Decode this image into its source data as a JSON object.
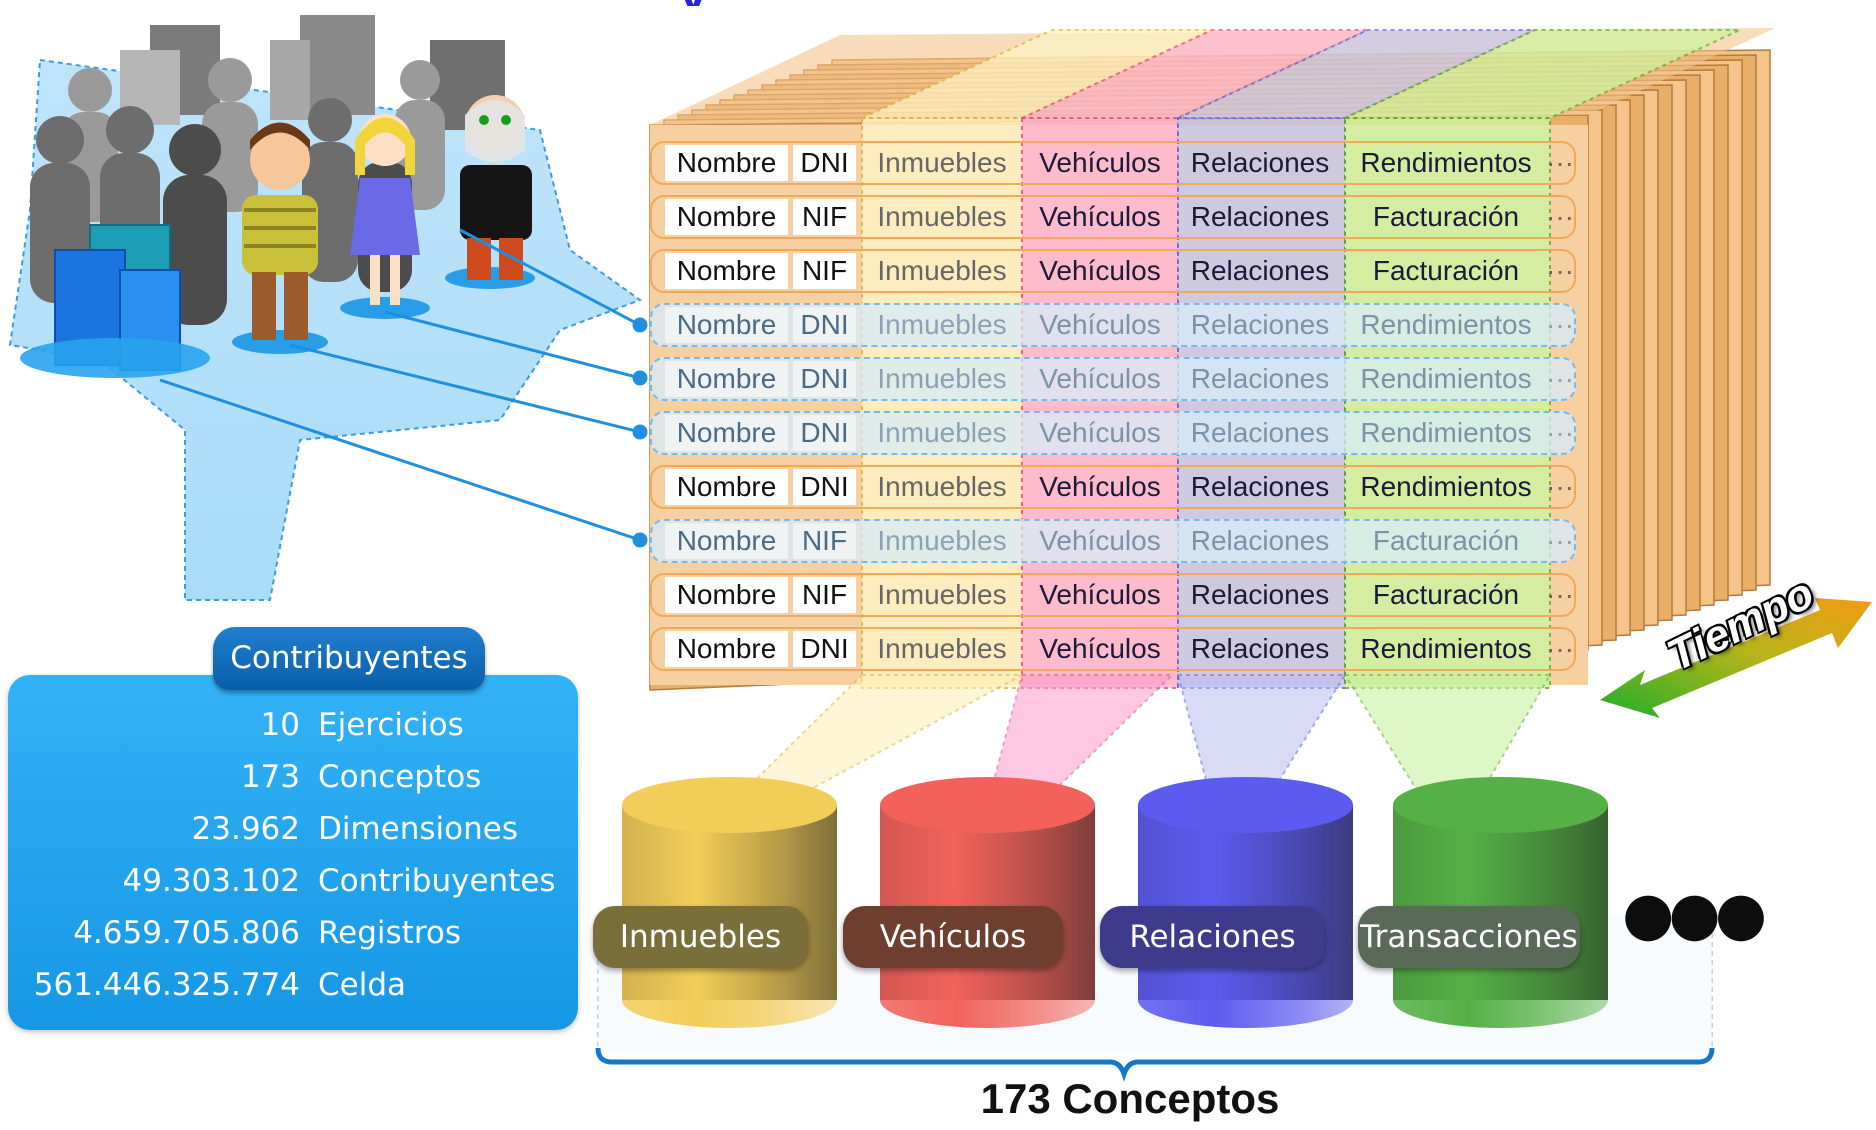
{
  "contribuyentes_panel": {
    "tab_label": "Contribuyentes",
    "stats": [
      {
        "value": "10",
        "label": "Ejercicios"
      },
      {
        "value": "173",
        "label": "Conceptos"
      },
      {
        "value": "23.962",
        "label": "Dimensiones"
      },
      {
        "value": "49.303.102",
        "label": "Contribuyentes"
      },
      {
        "value": "4.659.705.806",
        "label": "Registros"
      },
      {
        "value": "561.446.325.774",
        "label": "Celda"
      }
    ]
  },
  "table_rows": [
    {
      "id_type": "DNI",
      "last": "Rendimientos",
      "faded": false
    },
    {
      "id_type": "NIF",
      "last": "Facturación",
      "faded": false
    },
    {
      "id_type": "NIF",
      "last": "Facturación",
      "faded": false
    },
    {
      "id_type": "DNI",
      "last": "Rendimientos",
      "faded": true
    },
    {
      "id_type": "DNI",
      "last": "Rendimientos",
      "faded": true
    },
    {
      "id_type": "DNI",
      "last": "Rendimientos",
      "faded": true
    },
    {
      "id_type": "DNI",
      "last": "Rendimientos",
      "faded": false
    },
    {
      "id_type": "NIF",
      "last": "Facturación",
      "faded": true
    },
    {
      "id_type": "NIF",
      "last": "Facturación",
      "faded": false
    },
    {
      "id_type": "DNI",
      "last": "Rendimientos",
      "faded": false
    }
  ],
  "table_columns": {
    "name": "Nombre",
    "inmuebles": "Inmuebles",
    "vehiculos": "Vehículos",
    "relaciones": "Relaciones",
    "more": "···"
  },
  "column_colors": {
    "inmuebles": "#fff3c4",
    "vehiculos": "#ffb6d6",
    "relaciones": "#c6c8f0",
    "last": "#cdf5a0",
    "row_frame": "#f9c98f"
  },
  "cylinders": [
    {
      "label": "Inmuebles",
      "color": "#f2cd58",
      "label_color": "#7a6e3a"
    },
    {
      "label": "Vehículos",
      "color": "#f2625b",
      "label_color": "#6e3f2e"
    },
    {
      "label": "Relaciones",
      "color": "#5b5bf0",
      "label_color": "#3e3a8c"
    },
    {
      "label": "Transacciones",
      "color": "#55b045",
      "label_color": "#5a6a58"
    }
  ],
  "more_indicator": "●●●",
  "footer_label": "173 Conceptos",
  "time_arrow_label": "Tiempo",
  "top_title": "y"
}
